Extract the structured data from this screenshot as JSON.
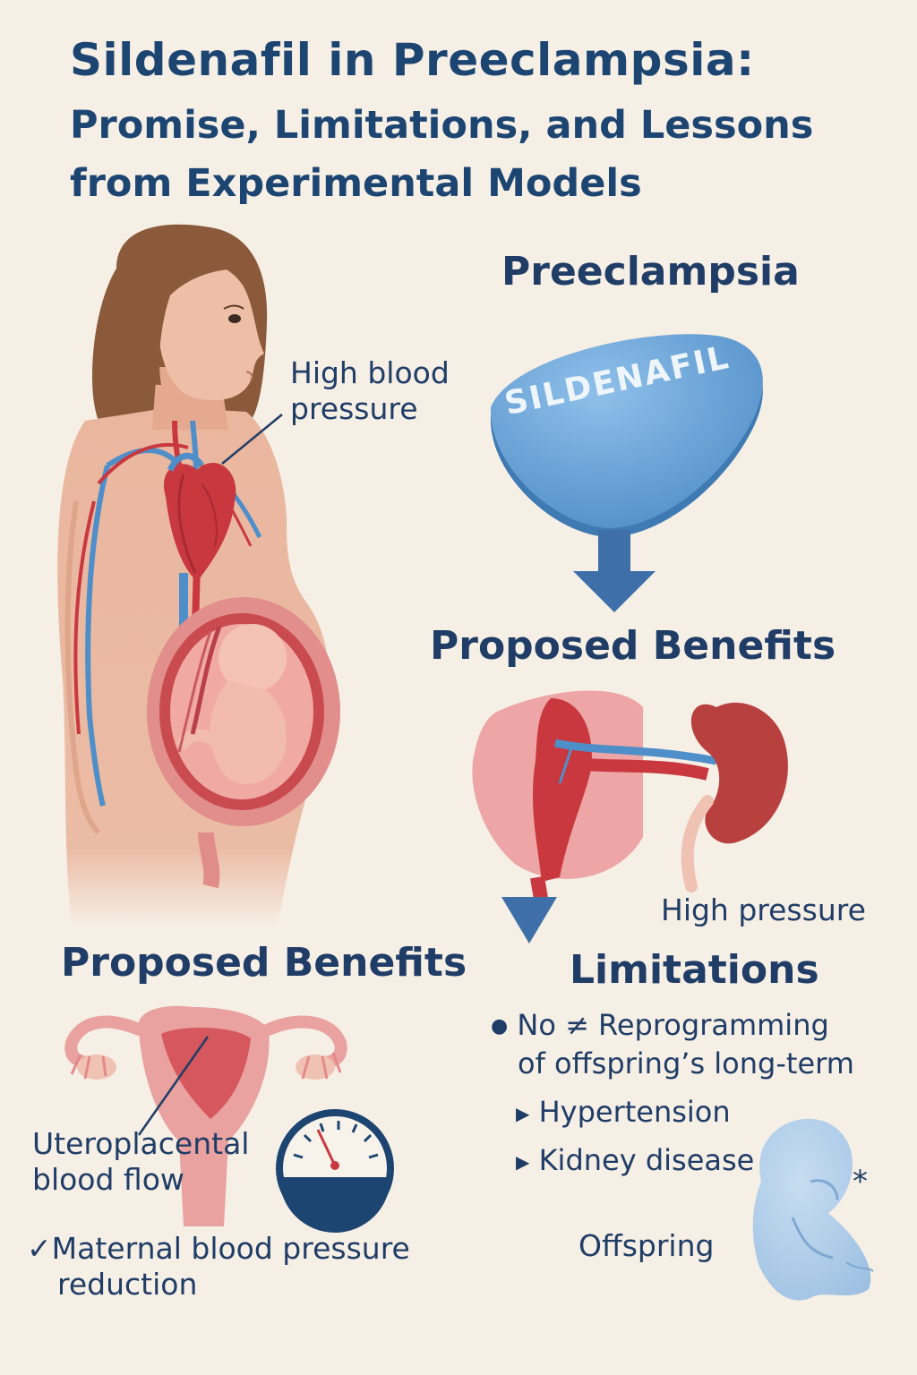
{
  "title": {
    "line1": "Sildenafil in Preeclampsia:",
    "line2": "Promise, Limitations, and Lessons",
    "line3": "from Experimental Models"
  },
  "mother": {
    "label_line1": "High blood",
    "label_line2": "pressure"
  },
  "right_column": {
    "heading_preeclampsia": "Preeclampsia",
    "pill_text": "SILDENAFIL",
    "heading_benefits": "Proposed Benefits",
    "kidney_label": "High pressure",
    "heading_limitations": "Limitations",
    "limitations": {
      "bullet": "●",
      "line1": "No ≠ Reprogramming",
      "line2": "of offspring’s long-term",
      "items": [
        "Hypertension",
        "Kidney disease"
      ],
      "item_marker": "▶"
    },
    "offspring_label": "Offspring",
    "asterisk": "*"
  },
  "left_bottom": {
    "heading_benefits": "Proposed Benefits",
    "flow_line1": "Uteroplacental",
    "flow_line2": "blood flow",
    "check": "✓",
    "bp_line1": "Maternal blood pressure",
    "bp_line2": "reduction"
  },
  "colors": {
    "background": "#f6efe6",
    "title": "#1d4572",
    "skin": "#eab69e",
    "hair": "#8a5a3a",
    "artery": "#c9383f",
    "vein": "#4e8fc9",
    "pill": "#5d9bd1",
    "arrow": "#3f6fa8",
    "uterus": "#e79a98",
    "offspring": "#a9c8e6"
  }
}
